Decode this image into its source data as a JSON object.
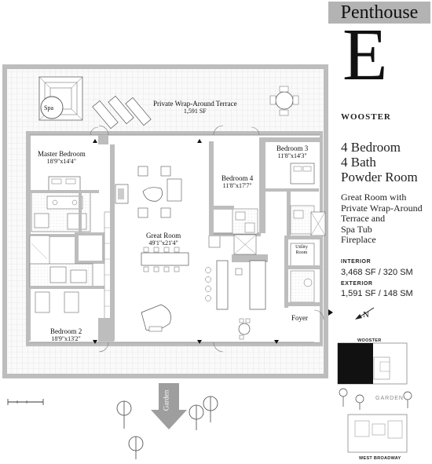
{
  "header": {
    "title": "Penthouse",
    "unit_letter": "E"
  },
  "building_label": "WOOSTER",
  "features": [
    "4 Bedroom",
    "4 Bath",
    "Powder Room"
  ],
  "amenities": [
    "Great Room with",
    "Private Wrap-Around",
    "Terrace and",
    "Spa Tub",
    "Fireplace"
  ],
  "interior": {
    "label": "INTERIOR",
    "value": "3,468 SF / 320 SM"
  },
  "exterior": {
    "label": "EXTERIOR",
    "value": "1,591 SF / 148 SM"
  },
  "rooms": {
    "terrace": {
      "name": "Private Wrap-Around Terrace",
      "dims": "1,591 SF"
    },
    "spa": {
      "name": "Spa"
    },
    "master": {
      "name": "Master Bedroom",
      "dims": "18'9\"x14'4\""
    },
    "bedroom3": {
      "name": "Bedroom 3",
      "dims": "11'8\"x14'3\""
    },
    "bedroom4": {
      "name": "Bedroom 4",
      "dims": "11'8\"x17'7\""
    },
    "great_room": {
      "name": "Great Room",
      "dims": "49'1\"x21'4\""
    },
    "bedroom2": {
      "name": "Bedroom 2",
      "dims": "18'9\"x13'2\""
    },
    "utility": {
      "name": "Utility Room"
    },
    "foyer": {
      "name": "Foyer"
    },
    "garden_arrow": {
      "name": "Garden"
    }
  },
  "compass": "N",
  "keyplan": {
    "top_street": "WOOSTER",
    "garden": "GARDEN",
    "bottom_street": "WEST BROADWAY"
  },
  "colors": {
    "header_band": "#b3b3b3",
    "wall": "#bdbdbd",
    "grid": "#e6e6e6",
    "keyplan_fill": "#111111"
  }
}
